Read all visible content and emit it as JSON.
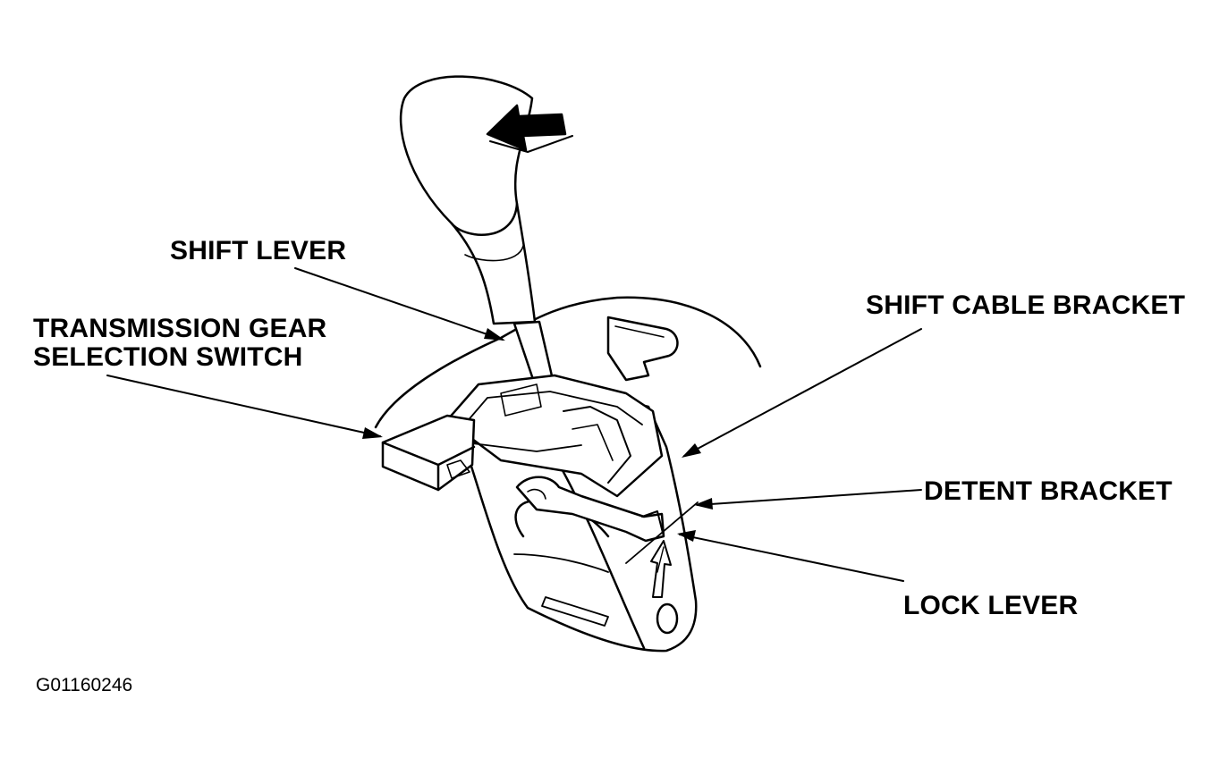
{
  "labels": {
    "shift_lever": "SHIFT LEVER",
    "tgss_line1": "TRANSMISSION GEAR",
    "tgss_line2": "SELECTION SWITCH",
    "shift_cable_bracket": "SHIFT CABLE BRACKET",
    "detent_bracket": "DETENT BRACKET",
    "lock_lever": "LOCK LEVER"
  },
  "figure_id": "G01160246",
  "colors": {
    "ink": "#000000",
    "paper": "#ffffff"
  }
}
